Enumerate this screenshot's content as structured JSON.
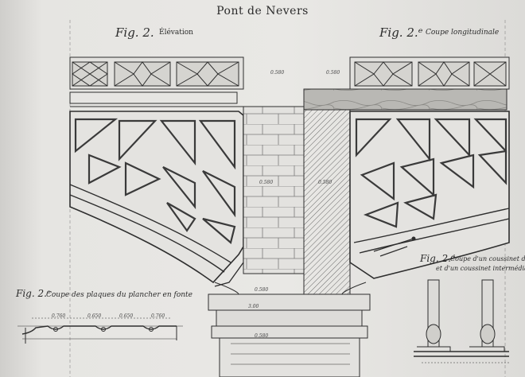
{
  "title": "Pont de Nevers",
  "figures": {
    "elevation": {
      "fig": "Fig. 2.",
      "caption": "Élévation"
    },
    "longitudinal": {
      "fig": "Fig. 2.ᵉ",
      "caption": "Coupe longitudinale"
    },
    "plates": {
      "fig": "Fig. 2.ᵉ",
      "caption": "Coupe des plaques du plancher en fonte"
    },
    "brackets": {
      "fig": "Fig. 2.ᵈ",
      "caption_line1": "Coupe d'un coussinet de rive",
      "caption_line2": "et d'un coussinet intermédiaire"
    }
  },
  "dimensions": {
    "top_left": "0.580",
    "top_right": "0.580",
    "span_left": "0.580",
    "span_right": "0.580",
    "cap_top": "0.580",
    "cap_mid": "3.00",
    "base": "0.580",
    "plate_1": "0.760",
    "plate_2": "0.650",
    "plate_3": "0.650",
    "plate_4": "0.760"
  },
  "colors": {
    "ink": "#2b2b2b",
    "paper": "#e8e7e4",
    "hatch": "#555555",
    "stone": "#cfcfcc"
  }
}
